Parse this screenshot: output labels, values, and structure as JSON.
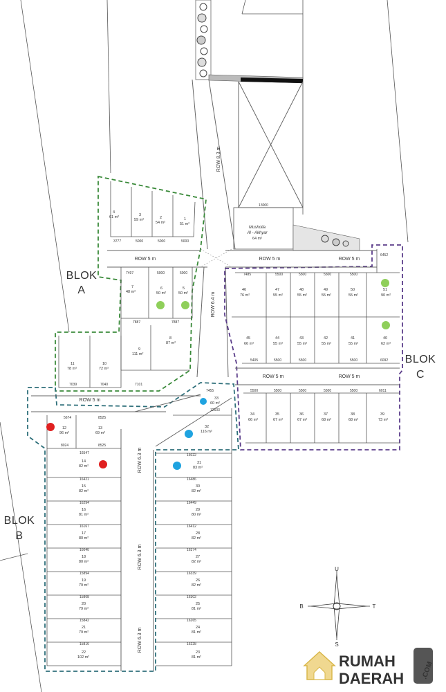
{
  "blocks": {
    "a": {
      "label_line1": "BLOK",
      "label_line2": "A",
      "color": "#3a8a3a"
    },
    "b": {
      "label_line1": "BLOK",
      "label_line2": "B",
      "color": "#2e6f7a"
    },
    "c": {
      "label_line1": "BLOK",
      "label_line2": "C",
      "color": "#5b3d8a"
    }
  },
  "roads": {
    "row83": "ROW 8.3 m",
    "row64": "ROW 6.4 m",
    "row5_a": "ROW 5 m",
    "row5_c1": "ROW 5 m",
    "row5_c2": "ROW 5 m",
    "row5_mid1": "ROW 5 m",
    "row5_mid2": "ROW 5 m",
    "row5_b": "ROW 5 m",
    "row63_1": "ROW 6.3 m",
    "row63_2": "ROW 6.3 m",
    "row63_3": "ROW 6.3 m"
  },
  "musholla": {
    "line1": "Musholla",
    "line2": "Al - Akhyar",
    "line3": "64 m²",
    "dim": "13000"
  },
  "compass": {
    "north": "U",
    "south": "S",
    "west": "B",
    "east": "T"
  },
  "logo": {
    "word1": "RUMAH",
    "word2": "DAERAH",
    "suffix": ".COM"
  },
  "plots_a": [
    {
      "no": "4",
      "area": "61 m²"
    },
    {
      "no": "3",
      "area": "59 m²"
    },
    {
      "no": "2",
      "area": "54 m²"
    },
    {
      "no": "1",
      "area": "51 m²"
    },
    {
      "no": "7",
      "area": "48 m²"
    },
    {
      "no": "6",
      "area": "50 m²"
    },
    {
      "no": "5",
      "area": "50 m²"
    },
    {
      "no": "9",
      "area": "111 m²"
    },
    {
      "no": "8",
      "area": "87 m²"
    },
    {
      "no": "11",
      "area": "78 m²"
    },
    {
      "no": "10",
      "area": "72 m²"
    }
  ],
  "plots_c_top": [
    {
      "no": "46",
      "area": "76 m²"
    },
    {
      "no": "47",
      "area": "55 m²"
    },
    {
      "no": "48",
      "area": "55 m²"
    },
    {
      "no": "49",
      "area": "55 m²"
    },
    {
      "no": "50",
      "area": "55 m²"
    },
    {
      "no": "51",
      "area": "90 m²"
    }
  ],
  "plots_c_mid": [
    {
      "no": "45",
      "area": "66 m²"
    },
    {
      "no": "44",
      "area": "55 m²"
    },
    {
      "no": "43",
      "area": "55 m²"
    },
    {
      "no": "42",
      "area": "55 m²"
    },
    {
      "no": "41",
      "area": "55 m²"
    },
    {
      "no": "40",
      "area": "62 m²"
    }
  ],
  "plots_c_bot": [
    {
      "no": "34",
      "area": "66 m²"
    },
    {
      "no": "35",
      "area": "67 m²"
    },
    {
      "no": "36",
      "area": "67 m²"
    },
    {
      "no": "37",
      "area": "68 m²"
    },
    {
      "no": "38",
      "area": "68 m²"
    },
    {
      "no": "39",
      "area": "73 m²"
    }
  ],
  "plots_b_left": [
    {
      "no": "12",
      "area": "96 m²"
    },
    {
      "no": "13",
      "area": "69 m²"
    },
    {
      "no": "14",
      "area": "82 m²"
    },
    {
      "no": "15",
      "area": "82 m²"
    },
    {
      "no": "16",
      "area": "81 m²"
    },
    {
      "no": "17",
      "area": "80 m²"
    },
    {
      "no": "18",
      "area": "80 m²"
    },
    {
      "no": "19",
      "area": "79 m²"
    },
    {
      "no": "20",
      "area": "79 m²"
    },
    {
      "no": "21",
      "area": "79 m²"
    },
    {
      "no": "22",
      "area": "102 m²"
    }
  ],
  "plots_b_right": [
    {
      "no": "33",
      "area": "60 m²"
    },
    {
      "no": "32",
      "area": "116 m²"
    },
    {
      "no": "31",
      "area": "83 m²"
    },
    {
      "no": "30",
      "area": "82 m²"
    },
    {
      "no": "29",
      "area": "80 m²"
    },
    {
      "no": "28",
      "area": "82 m²"
    },
    {
      "no": "27",
      "area": "82 m²"
    },
    {
      "no": "26",
      "area": "82 m²"
    },
    {
      "no": "25",
      "area": "81 m²"
    },
    {
      "no": "24",
      "area": "81 m²"
    },
    {
      "no": "23",
      "area": "81 m²"
    }
  ],
  "dims": {
    "d3777": "3777",
    "d5000a": "5000",
    "d5000b": "5000",
    "d5000c": "5000",
    "d7497": "7497",
    "d5000d": "5000",
    "d5000e": "5000",
    "d7887a": "7887",
    "d7887b": "7887",
    "d7039": "7039",
    "d7040": "7040",
    "d7101": "7101",
    "d7485": "7485",
    "d5500a": "5500",
    "d5500b": "5500",
    "d5500c": "5500",
    "d5500d": "5500",
    "d6452": "6452",
    "d5405": "5405",
    "d5500e": "5500",
    "d5500f": "5500",
    "d5500g": "5500",
    "d6092": "6092",
    "d5500h": "5500",
    "d5500i": "5500",
    "d5500j": "5500",
    "d5500k": "5500",
    "d5500l": "5500",
    "d6011": "6011",
    "d7455": "7455",
    "d12603": "12603",
    "d5674": "5674",
    "d8525a": "8525",
    "d8024": "8024",
    "d8525b": "8525",
    "d16547": "16547",
    "d16421": "16421",
    "d16294": "16294",
    "d16167": "16167",
    "d16040": "16040",
    "d15894": "15894",
    "d15868": "15868",
    "d15842": "15842",
    "d15816": "15816",
    "d16022": "16022",
    "d16486": "16486",
    "d16449": "16449",
    "d16412": "16412",
    "d16374": "16374",
    "d16339": "16339",
    "d16302": "16302",
    "d16265": "16265",
    "d16228": "16228"
  },
  "markers": {
    "red": "#e02020",
    "green": "#8fcf5a",
    "blue": "#1fa3e0"
  }
}
